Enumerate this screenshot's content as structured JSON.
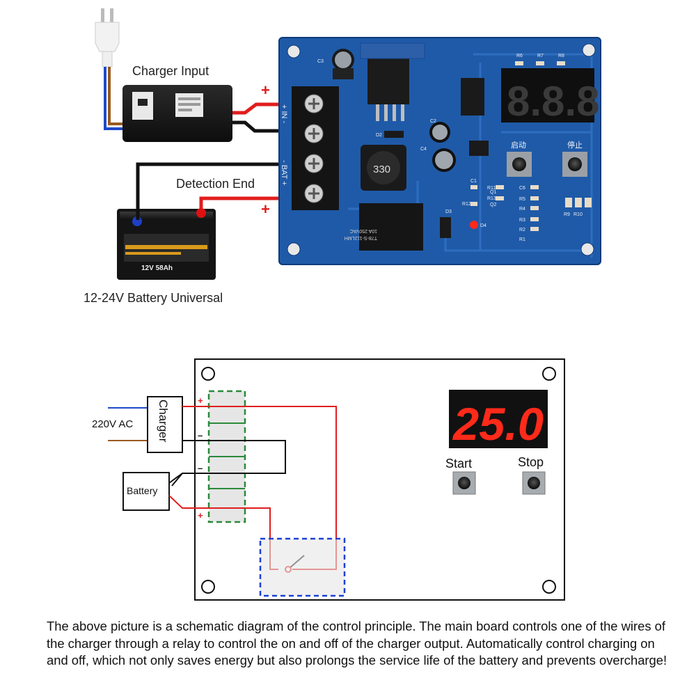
{
  "photo": {
    "charger_input_label": "Charger Input",
    "detection_end_label": "Detection End",
    "battery_label": "12-24V Battery Universal",
    "plus_sign": "+",
    "terminal_in_label": "+ IN -",
    "terminal_bat_label": "- BAT +",
    "display_digits": "8.8.8",
    "start_button_cn": "启动",
    "stop_button_cn": "停止",
    "inductor_marking": "330",
    "battery_text": "12V 58Ah",
    "relay_marking": "T78-S-112LMH",
    "relay_rating": "10A 250VAC",
    "component_labels": [
      "C3",
      "R6",
      "R7",
      "R8",
      "D2",
      "C2",
      "C4",
      "C1",
      "R11",
      "R13",
      "R12",
      "D3",
      "D4",
      "C6",
      "R5",
      "R4",
      "R3",
      "R2",
      "R1",
      "R9",
      "R10",
      "Q1",
      "Q2"
    ]
  },
  "schematic": {
    "ac_label": "220V AC",
    "charger_label": "Charger",
    "battery_label": "Battery",
    "display_value": "25.0",
    "start_label": "Start",
    "stop_label": "Stop",
    "plus_sign": "+",
    "minus_sign": "–"
  },
  "colors": {
    "pcb_blue": "#1f5aa8",
    "wire_red": "#e11d1d",
    "wire_black": "#111111",
    "led_red": "#ff2a1a",
    "relay_box_blue": "#1a3fd6",
    "terminal_green": "#2a8a3a"
  },
  "description": "The above picture is a schematic diagram of the control principle. The main board controls one of the wires of the charger through a relay to control the on and off of the charger output. Automatically control charging on and off, which not only saves energy but also prolongs the service life of the battery and prevents overcharge!"
}
